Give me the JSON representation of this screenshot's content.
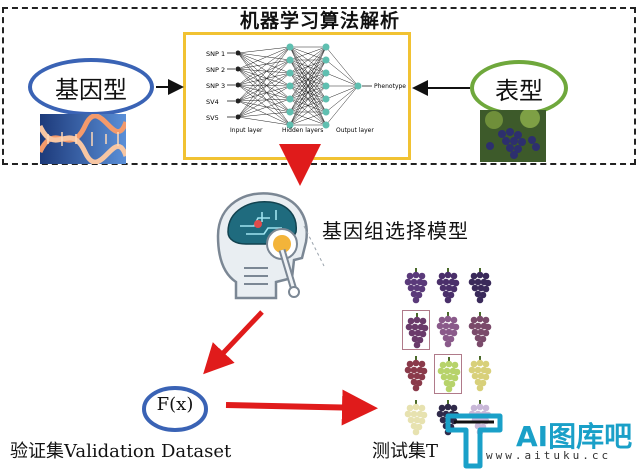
{
  "title": "机器学习算法解析",
  "genotype_label": "基因型",
  "phenotype_label": "表型",
  "model_label": "基因组选择模型",
  "function_label": "F(x)",
  "validation_label": "验证集Validation Dataset",
  "test_label": "测试集T",
  "network": {
    "inputs": [
      "SNP 1",
      "SNP 2",
      "SNP 3",
      "SV4",
      "SV5"
    ],
    "output": "Phenotype",
    "layer_labels": [
      "Input layer",
      "Hidden layers",
      "Output layer"
    ]
  },
  "watermark": {
    "text": "AI图库吧",
    "url": "www.aituku.cc"
  },
  "colors": {
    "arrow_red": "#e01b1b",
    "oval_blue": "#3a63b5",
    "oval_green": "#6fa83c",
    "nn_border": "#f1c232",
    "node_teal": "#5fbfb0"
  }
}
